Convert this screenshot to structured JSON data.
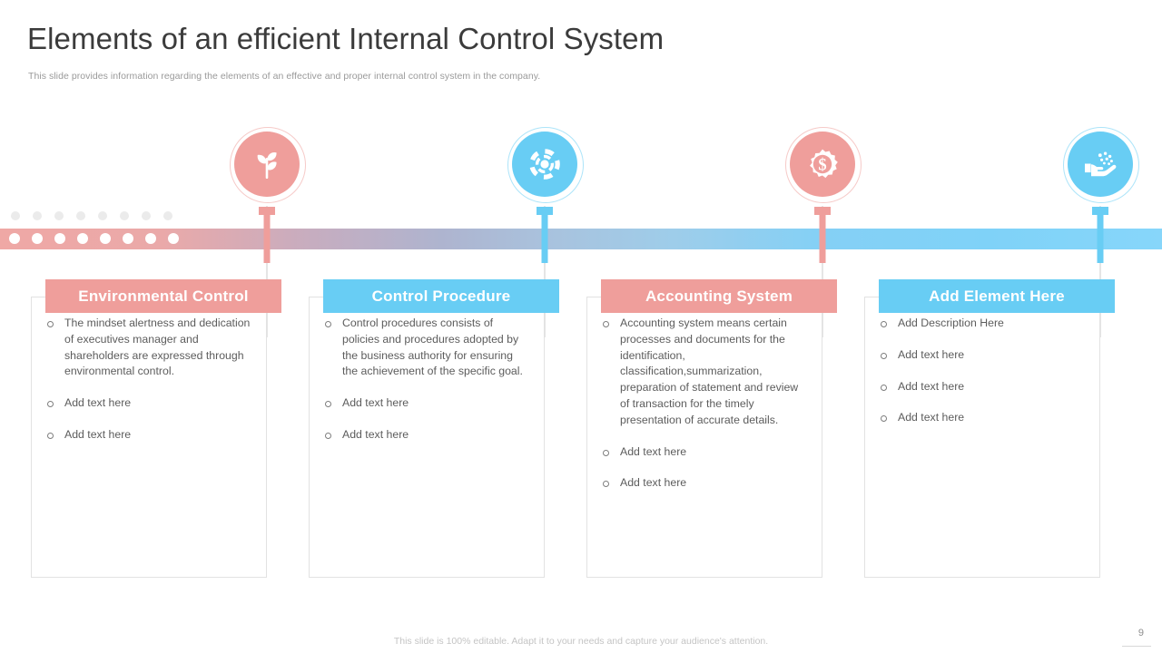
{
  "slide": {
    "title": "Elements of an efficient Internal Control System",
    "subtitle": "This slide provides information regarding the elements of an effective and proper internal control system in the company.",
    "footer_note": "This slide is 100% editable. Adapt it to your needs and capture your audience's attention.",
    "page_number": "9"
  },
  "colors": {
    "pink": "#ef9e9b",
    "blue": "#68cdf4",
    "bar_gradient_start": "#efa8a5",
    "bar_gradient_end": "#87d6fa",
    "title_text": "#3b3b3b",
    "body_text": "#5c5c5c",
    "muted_text": "#9a9a9a",
    "card_border": "#e2e2e2"
  },
  "timeline": {
    "dot_count": 8,
    "ghost_dot_count": 8
  },
  "nodes": [
    {
      "icon": "plant-sprout-icon",
      "color": "pink"
    },
    {
      "icon": "gear-cog-icon",
      "color": "blue"
    },
    {
      "icon": "gear-dollar-icon",
      "color": "pink"
    },
    {
      "icon": "hand-with-particles-icon",
      "color": "blue"
    }
  ],
  "cards": [
    {
      "title": "Environmental Control",
      "accent": "pink",
      "bullets": [
        "The mindset alertness and dedication of executives manager and shareholders are expressed through environmental control.",
        "Add text here",
        "Add text here"
      ]
    },
    {
      "title": "Control Procedure",
      "accent": "blue",
      "bullets": [
        "Control procedures consists of policies and procedures adopted by the business authority for ensuring the achievement of the specific goal.",
        "Add text here",
        "Add text here"
      ]
    },
    {
      "title": "Accounting System",
      "accent": "pink",
      "bullets": [
        "Accounting system means certain processes and documents for the identification, classification,summarization, preparation of statement and review of transaction for the timely presentation of accurate details.",
        "Add text here",
        "Add text here"
      ]
    },
    {
      "title": "Add Element Here",
      "accent": "blue",
      "bullets": [
        "Add Description Here",
        "Add text here",
        "Add text here",
        "Add text here"
      ]
    }
  ]
}
